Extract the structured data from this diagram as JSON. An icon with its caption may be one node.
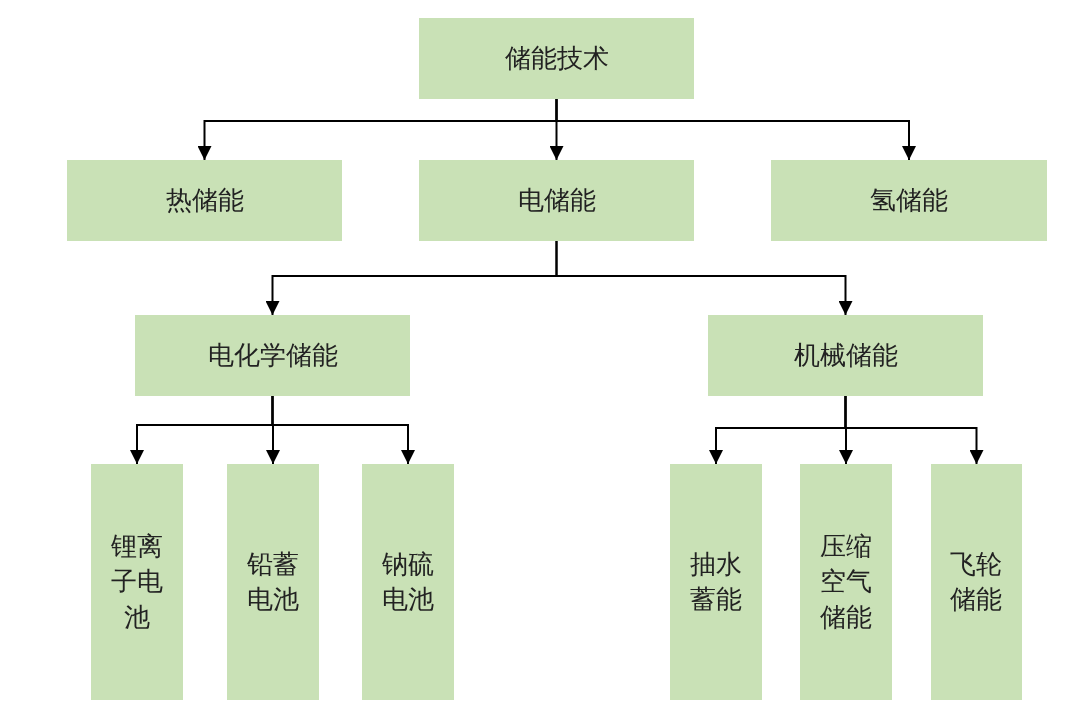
{
  "diagram": {
    "nodes": [
      {
        "text": [
          "储能技术"
        ]
      },
      {
        "text": [
          "热储能"
        ]
      },
      {
        "text": [
          "电储能"
        ]
      },
      {
        "text": [
          "氢储能"
        ]
      },
      {
        "text": [
          "电化学储能"
        ]
      },
      {
        "text": [
          "机械储能"
        ]
      },
      {
        "text": [
          "锂离子电池"
        ]
      },
      {
        "text": [
          "铅蓄电池"
        ]
      },
      {
        "text": [
          "钠硫电池"
        ]
      },
      {
        "text": [
          "抽水蓄能"
        ]
      },
      {
        "text": [
          "压缩空气储能"
        ]
      },
      {
        "text": [
          "飞轮储能"
        ]
      }
    ],
    "edges": [
      {
        "from": 0,
        "to": 1,
        "arrow": "to"
      },
      {
        "from": 0,
        "to": 2,
        "arrow": "to"
      },
      {
        "from": 0,
        "to": 3,
        "arrow": "to"
      },
      {
        "from": 2,
        "to": 4,
        "arrow": "to"
      },
      {
        "from": 2,
        "to": 5,
        "arrow": "to"
      },
      {
        "from": 4,
        "to": 6,
        "arrow": "to"
      },
      {
        "from": 4,
        "to": 7,
        "arrow": "to"
      },
      {
        "from": 4,
        "to": 8,
        "arrow": "to"
      },
      {
        "from": 5,
        "to": 9,
        "arrow": "to"
      },
      {
        "from": 5,
        "to": 10,
        "arrow": "to"
      },
      {
        "from": 5,
        "to": 11,
        "arrow": "to"
      }
    ]
  }
}
